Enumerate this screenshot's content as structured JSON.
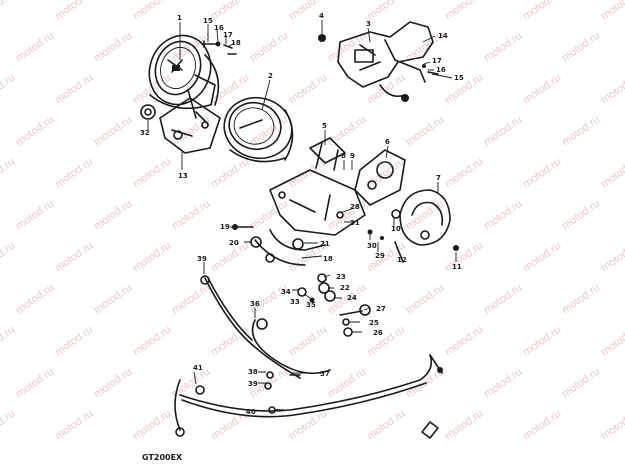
{
  "watermark": "motod.ru",
  "model_code": "GT200EX",
  "callouts": [
    "1",
    "2",
    "3",
    "4",
    "5",
    "6",
    "7",
    "8",
    "9",
    "10",
    "11",
    "12",
    "13",
    "14",
    "15",
    "16",
    "17",
    "18",
    "19",
    "20",
    "21",
    "22",
    "23",
    "24",
    "25",
    "26",
    "27",
    "28",
    "29",
    "30",
    "31",
    "32",
    "33",
    "34",
    "35",
    "36",
    "37",
    "38",
    "39",
    "40",
    "41"
  ]
}
